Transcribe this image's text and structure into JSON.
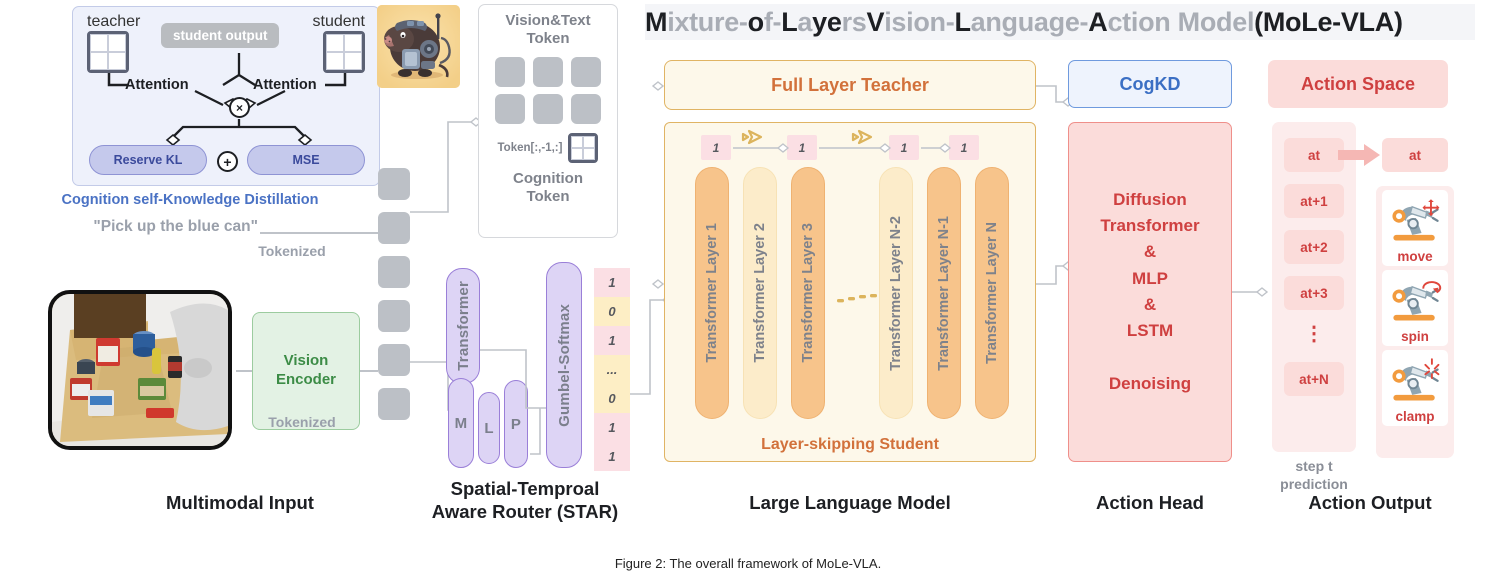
{
  "title": {
    "segments": [
      {
        "t": "M",
        "dark": true
      },
      {
        "t": "ixture-",
        "dark": false
      },
      {
        "t": "o",
        "dark": true
      },
      {
        "t": "f-",
        "dark": false
      },
      {
        "t": "L",
        "dark": true
      },
      {
        "t": "a",
        "dark": false
      },
      {
        "t": "y",
        "dark": true
      },
      {
        "t": "e",
        "dark": true
      },
      {
        "t": "rs ",
        "dark": false
      },
      {
        "t": "V",
        "dark": true
      },
      {
        "t": "ision-",
        "dark": false
      },
      {
        "t": "L",
        "dark": true
      },
      {
        "t": "anguage-",
        "dark": false
      },
      {
        "t": "A",
        "dark": true
      },
      {
        "t": "ction Model ",
        "dark": false
      },
      {
        "t": "(MoLe-VLA)",
        "dark": true
      }
    ],
    "full_text": "Mixture-of-Layers Vision-Language-Action Model (MoLe-VLA)"
  },
  "kd_panel": {
    "teacher_label": "teacher",
    "student_label": "student",
    "student_output": "student output",
    "attention_left": "Attention",
    "attention_right": "Attention",
    "multiply_op": "×",
    "add_op": "+",
    "loss_left": "Reserve KL",
    "loss_right": "MSE",
    "caption": "Cognition self-Knowledge Distillation"
  },
  "multimodal_input": {
    "prompt": "\"Pick up the blue can\"",
    "tokenized_text": "Tokenized",
    "tokenized_vision": "Tokenized",
    "vision_encoder": [
      "Vision",
      "Encoder"
    ],
    "section_label": "Multimodal Input"
  },
  "vision_text_token": {
    "title": [
      "Vision&Text",
      "Token"
    ],
    "token_index": "Token[:,-1,:]",
    "cognition_title": [
      "Cognition",
      "Token"
    ],
    "square_count": 6
  },
  "star": {
    "transformer_label": "Transformer",
    "mlp_letters": [
      "M",
      "L",
      "P"
    ],
    "gumbel_label": "Gumbel-Softmax",
    "bits": [
      "1",
      "0",
      "1",
      "...",
      "0",
      "1",
      "1"
    ],
    "bit_colors": [
      "#fbdfe4",
      "#fdeec5",
      "#fbdfe4",
      "#fdeec5",
      "#fdeec5",
      "#fbdfe4",
      "#fbdfe4"
    ],
    "section_label": [
      "Spatial-Temproal",
      "Aware Router (STAR)"
    ]
  },
  "llm": {
    "teacher_label": "Full Layer Teacher",
    "student_caption": "Layer-skipping Student",
    "gate_bits": [
      "1",
      "1",
      "1",
      "1"
    ],
    "layers": [
      {
        "label": "Transformer Layer 1",
        "active": true
      },
      {
        "label": "Transformer Layer 2",
        "active": false
      },
      {
        "label": "Transformer Layer 3",
        "active": true
      },
      {
        "label": "Transformer Layer N-2",
        "active": false
      },
      {
        "label": "Transformer Layer N-1",
        "active": true
      },
      {
        "label": "Transformer Layer N",
        "active": true
      }
    ],
    "section_label": "Large Language Model"
  },
  "action_head": {
    "cogkd_label": "CogKD",
    "body_lines": [
      "Diffusion",
      "Transformer",
      "&",
      "MLP",
      "&",
      "LSTM",
      "",
      "Denoising"
    ],
    "section_label": "Action Head"
  },
  "action_output": {
    "action_space_label": "Action Space",
    "at_source": "at",
    "at_target": "at",
    "steps": [
      "at+1",
      "at+2",
      "at+3",
      "⋮",
      "at+N"
    ],
    "robot_actions": [
      "move",
      "spin",
      "clamp"
    ],
    "step_prediction": [
      "step t",
      "prediction"
    ],
    "section_label": "Action Output"
  },
  "figure_caption": "Figure 2:  The overall framework of MoLe-VLA.",
  "colors": {
    "kd_blue": "#4a72c4",
    "teacher_orange": "#d2713b",
    "action_red": "#cf4040",
    "vision_green": "#3c8c46",
    "router_purple": "#9a7fd8",
    "gray_text": "#7e828b"
  }
}
